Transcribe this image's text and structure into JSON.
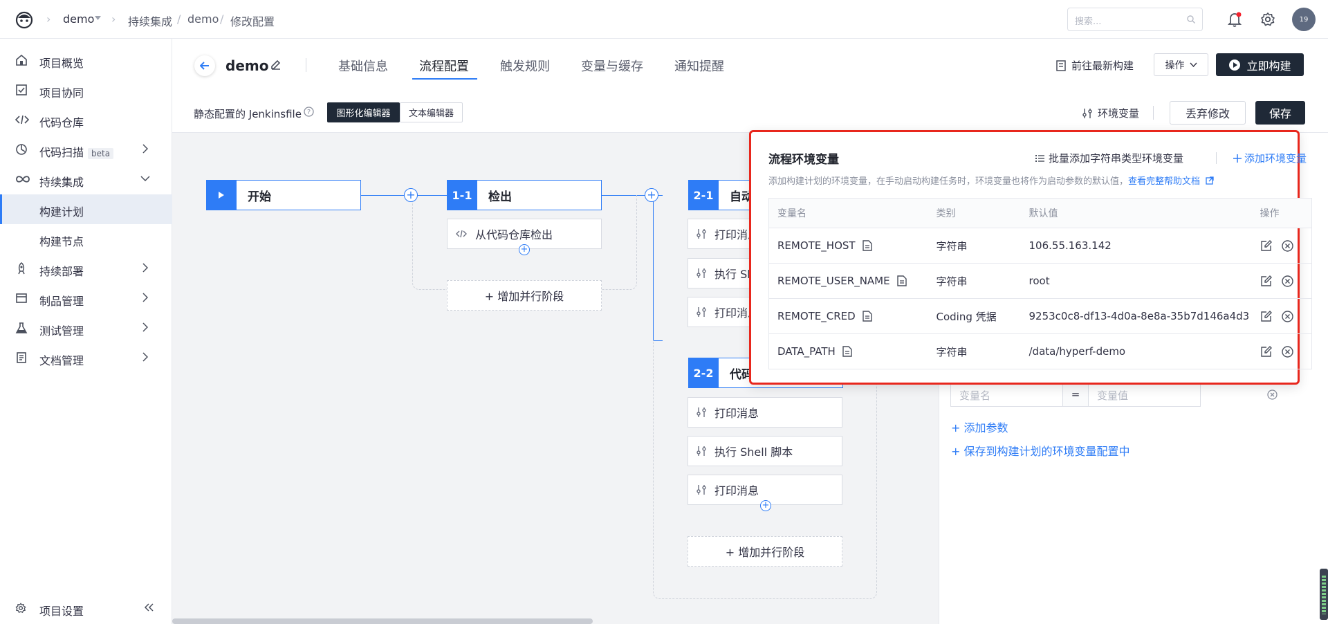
{
  "topbar": {
    "project": "demo",
    "breadcrumb": [
      "持续集成",
      "demo",
      "修改配置"
    ],
    "search_placeholder": "搜索...",
    "avatar_text": "19"
  },
  "sidebar": {
    "items": [
      {
        "label": "项目概览",
        "icon": "home-icon"
      },
      {
        "label": "项目协同",
        "icon": "checkbox-icon"
      },
      {
        "label": "代码仓库",
        "icon": "code-icon"
      },
      {
        "label": "代码扫描",
        "icon": "scan-icon",
        "badge": "beta"
      },
      {
        "label": "持续集成",
        "icon": "infinity-icon"
      },
      {
        "label": "构建计划"
      },
      {
        "label": "构建节点"
      },
      {
        "label": "持续部署",
        "icon": "rocket-icon"
      },
      {
        "label": "制品管理",
        "icon": "package-icon"
      },
      {
        "label": "测试管理",
        "icon": "flask-icon"
      },
      {
        "label": "文档管理",
        "icon": "document-icon"
      }
    ],
    "settings": "项目设置"
  },
  "header": {
    "title": "demo",
    "tabs": [
      "基础信息",
      "流程配置",
      "触发规则",
      "变量与缓存",
      "通知提醒"
    ],
    "goto_latest": "前往最新构建",
    "ops": "操作",
    "build_now": "立即构建"
  },
  "subbar": {
    "label": "静态配置的 Jenkinsfile",
    "graphical_editor": "图形化编辑器",
    "text_editor": "文本编辑器",
    "env_vars": "环境变量",
    "discard": "丢弃修改",
    "save": "保存"
  },
  "pipeline": {
    "start": "开始",
    "stages": [
      {
        "num": "1-1",
        "name": "检出",
        "steps": [
          "从代码仓库检出"
        ]
      },
      {
        "num": "2-1",
        "name": "自动化",
        "steps": [
          "打印消息",
          "执行 Shell 脚本",
          "打印消息"
        ]
      },
      {
        "num": "2-2",
        "name": "代码",
        "steps": [
          "打印消息",
          "执行 Shell 脚本",
          "打印消息"
        ]
      }
    ],
    "add_parallel": "+ 增加并行阶段"
  },
  "drawer": {
    "key_placeholder": "变量名",
    "eq": "=",
    "value_placeholder": "变量值",
    "add_param": "+ 添加参数",
    "save_to_plan": "+ 保存到构建计划的环境变量配置中"
  },
  "popup": {
    "title": "流程环境变量",
    "batch_add": "批量添加字符串类型环境变量",
    "add_env": "添加环境变量",
    "desc": "添加构建计划的环境变量，在手动启动构建任务时，环境变量也将作为启动参数的默认值，",
    "help_link": "查看完整帮助文档",
    "columns": [
      "变量名",
      "类别",
      "默认值",
      "操作"
    ],
    "rows": [
      {
        "name": "REMOTE_HOST",
        "type": "字符串",
        "default": "106.55.163.142"
      },
      {
        "name": "REMOTE_USER_NAME",
        "type": "字符串",
        "default": "root"
      },
      {
        "name": "REMOTE_CRED",
        "type": "Coding 凭据",
        "default": "9253c0c8-df13-4d0a-8e8a-35b7d146a4d3"
      },
      {
        "name": "DATA_PATH",
        "type": "字符串",
        "default": "/data/hyperf-demo"
      }
    ]
  }
}
